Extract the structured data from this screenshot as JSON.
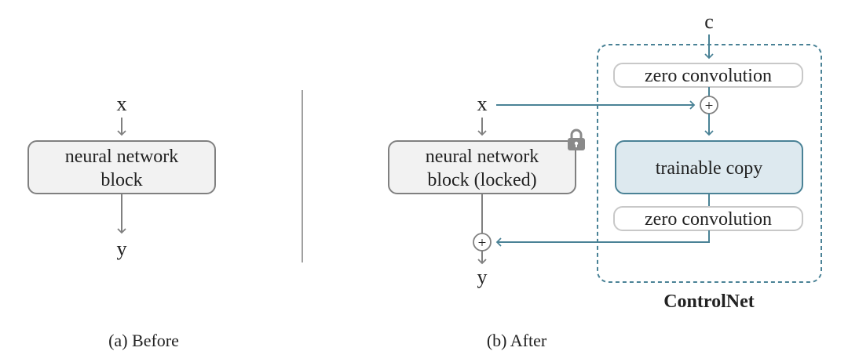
{
  "before": {
    "input": "x",
    "block_line1": "neural network",
    "block_line2": "block",
    "output": "y",
    "caption": "(a) Before"
  },
  "after": {
    "input": "x",
    "block_line1": "neural network",
    "block_line2": "block (locked)",
    "output": "y",
    "condition": "c",
    "zero_conv_top": "zero convolution",
    "trainable": "trainable copy",
    "zero_conv_bottom": "zero convolution",
    "plus_symbol": "+",
    "controlnet_label": "ControlNet",
    "caption": "(b) After",
    "lock_icon": "lock-icon"
  },
  "colors": {
    "gray_line": "#808080",
    "teal": "#4a8296",
    "block_fill": "#f2f2f2",
    "trainable_fill": "#dde9ef",
    "text": "#222222"
  }
}
